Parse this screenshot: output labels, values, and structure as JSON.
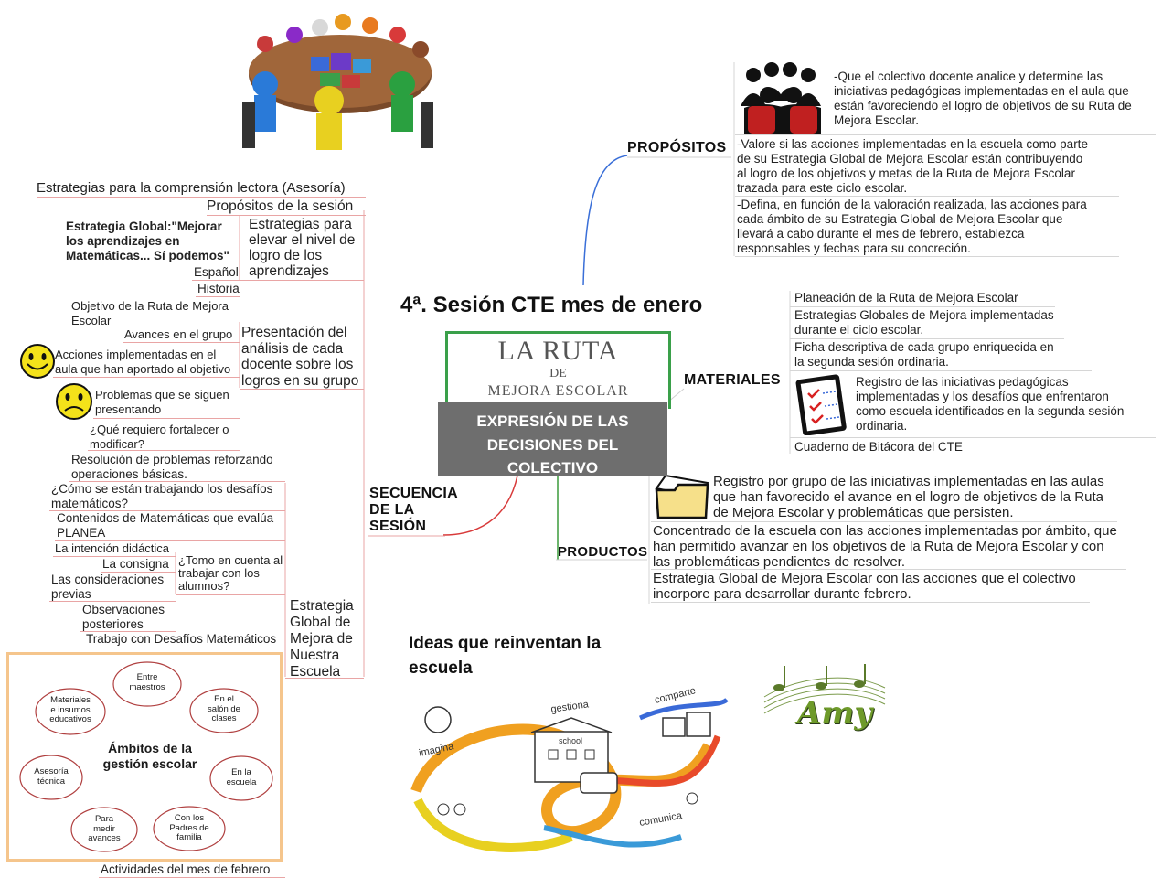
{
  "center": {
    "title": "4ª. Sesión CTE mes de enero",
    "logo_line1": "LA RUTA",
    "logo_line2": "DE",
    "logo_line3": "MEJORA ESCOLAR",
    "banner": [
      "EXPRESIÓN DE LAS",
      "DECISIONES DEL",
      "COLECTIVO"
    ]
  },
  "propositos": {
    "label": "PROPÓSITOS",
    "items": [
      [
        "-Que el colectivo docente analice y determine las",
        "iniciativas pedagógicas implementadas en el aula que",
        "están favoreciendo el logro de objetivos de su Ruta de",
        "Mejora Escolar."
      ],
      [
        "-Valore si las acciones implementadas en la escuela como parte",
        "de su Estrategia Global de Mejora Escolar están contribuyendo",
        "al logro de los objetivos y metas de la Ruta de Mejora Escolar",
        "trazada para este ciclo escolar."
      ],
      [
        "-Defina, en función de la valoración realizada, las acciones para",
        "cada ámbito de su Estrategia Global de Mejora Escolar que",
        "llevará a cabo durante el mes de febrero, establezca",
        "responsables y fechas para su concreción."
      ]
    ]
  },
  "materiales": {
    "label": "MATERIALES",
    "items": [
      [
        "Planeación de la Ruta de Mejora Escolar"
      ],
      [
        "Estrategias Globales de Mejora implementadas",
        "durante el ciclo escolar."
      ],
      [
        "Ficha descriptiva de cada grupo enriquecida en",
        "la segunda sesión ordinaria."
      ],
      [
        "Registro de las iniciativas pedagógicas",
        "implementadas y los desafíos que enfrentaron",
        "como escuela identificados en la segunda sesión",
        "ordinaria."
      ],
      [
        "Cuaderno de Bitácora del CTE"
      ]
    ]
  },
  "productos": {
    "label": "PRODUCTOS",
    "items": [
      [
        "Registro por grupo de las iniciativas implementadas en las aulas",
        "que han favorecido el avance en el logro de objetivos de la Ruta",
        "de Mejora Escolar y problemáticas que persisten."
      ],
      [
        "Concentrado de la escuela con las acciones implementadas por ámbito, que",
        "han permitido avanzar en los objetivos de la Ruta de Mejora Escolar y con",
        "las problemáticas pendientes de resolver."
      ],
      [
        "Estrategia Global de Mejora Escolar con las acciones que el colectivo",
        "incorpore para desarrollar durante febrero."
      ]
    ]
  },
  "secuencia": {
    "label": [
      "SECUENCIA",
      "DE LA",
      "SESIÓN"
    ],
    "top1": "Estrategias para la comprensión lectora (Asesoría)",
    "top2": "Propósitos de la sesión",
    "estrategia_global": [
      "Estrategia Global:\"Mejorar",
      "los aprendizajes en",
      "Matemáticas... Sí podemos\""
    ],
    "elevar": [
      "Estrategias para",
      "elevar el nivel de",
      "logro de los",
      "aprendizajes"
    ],
    "espanol": "Español",
    "historia": "Historia",
    "objetivo": [
      "Objetivo de la Ruta de Mejora",
      "Escolar"
    ],
    "avances": "Avances en el grupo",
    "acciones": [
      "Acciones implementadas en el",
      "aula que han aportado al objetivo"
    ],
    "presentacion": [
      "Presentación del",
      "análisis de cada",
      "docente sobre los",
      "logros en su grupo"
    ],
    "problemas": [
      "Problemas que se siguen",
      "presentando"
    ],
    "fortalecer": [
      "¿Qué requiero fortalecer o",
      "modificar?"
    ],
    "resolucion": [
      "Resolución de problemas reforzando",
      "operaciones básicas."
    ],
    "como": [
      "¿Cómo se están trabajando los desafíos",
      "matemáticos?"
    ],
    "contenidos": [
      "Contenidos de Matemáticas que evalúa",
      "PLANEA"
    ],
    "intencion": "La intención didáctica",
    "consigna": "La consigna",
    "consideraciones": [
      "Las consideraciones",
      "previas"
    ],
    "tomo": [
      "¿Tomo en cuenta al",
      "trabajar con los",
      "alumnos?"
    ],
    "observaciones": [
      "Observaciones",
      "posteriores"
    ],
    "trabajo": "Trabajo con Desafíos Matemáticos",
    "egme": [
      "Estrategia",
      "Global de",
      "Mejora de",
      "Nuestra",
      "Escuela"
    ],
    "actividades": "Actividades del mes de febrero"
  },
  "ambitos": {
    "title": [
      "Ámbitos de la",
      "gestión escolar"
    ],
    "nodes": [
      [
        "Entre",
        "maestros"
      ],
      [
        "En el",
        "salón de",
        "clases"
      ],
      [
        "En la",
        "escuela"
      ],
      [
        "Con los",
        "Padres de",
        "familia"
      ],
      [
        "Para",
        "medir",
        "avances"
      ],
      [
        "Asesoría",
        "técnica"
      ],
      [
        "Materiales",
        "e insumos",
        "educativos"
      ]
    ]
  },
  "ideas": {
    "title": [
      "Ideas que reinventan la",
      "escuela"
    ],
    "words": [
      "imagina",
      "gestiona",
      "school",
      "comparte",
      "comunica"
    ]
  },
  "signature": "Amy",
  "colors": {
    "branch_propositos": "#3a6fd8",
    "branch_secuencia": "#d83a3a",
    "branch_productos": "#3a9a3a",
    "banner": "#6e6e6e",
    "logo_frame": "#3aa04a",
    "ambitos_frame": "#f5c58c"
  }
}
